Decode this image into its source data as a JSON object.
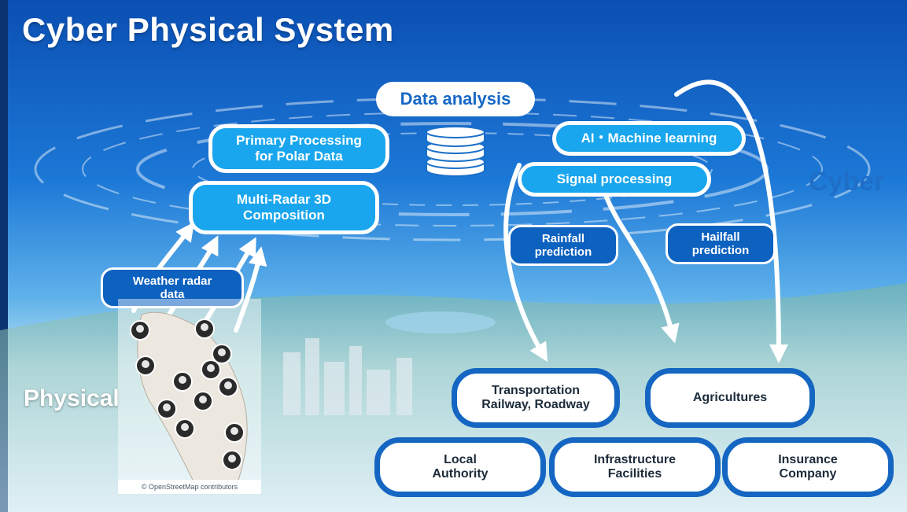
{
  "title": "Cyber Physical System",
  "labels": {
    "cyber": "Cyber",
    "physical": "Physical"
  },
  "cyber_nodes": {
    "data_analysis": "Data analysis",
    "primary_processing": "Primary Processing\nfor Polar Data",
    "multi_radar": "Multi-Radar 3D\nComposition",
    "ai_ml": "AI・Machine learning",
    "signal_processing": "Signal processing",
    "rainfall": "Rainfall\nprediction",
    "hailfall": "Hailfall\nprediction",
    "weather_radar": "Weather radar\ndata"
  },
  "applications": {
    "transportation": "Transportation\nRailway, Roadway",
    "agricultures": "Agricultures",
    "local_authority": "Local\nAuthority",
    "infrastructure": "Infrastructure\nFacilities",
    "insurance": "Insurance\nCompany"
  },
  "map_credit": "© OpenStreetMap contributors",
  "radar_stations_count": 12,
  "colors": {
    "light_blue": "#19a6ee",
    "dark_blue": "#0d61bf",
    "outline_blue": "#1566c2",
    "cyber_label": "#1f6fc9"
  },
  "icons": {
    "database": "database-icon",
    "radar_station": "radar-station-icon"
  }
}
